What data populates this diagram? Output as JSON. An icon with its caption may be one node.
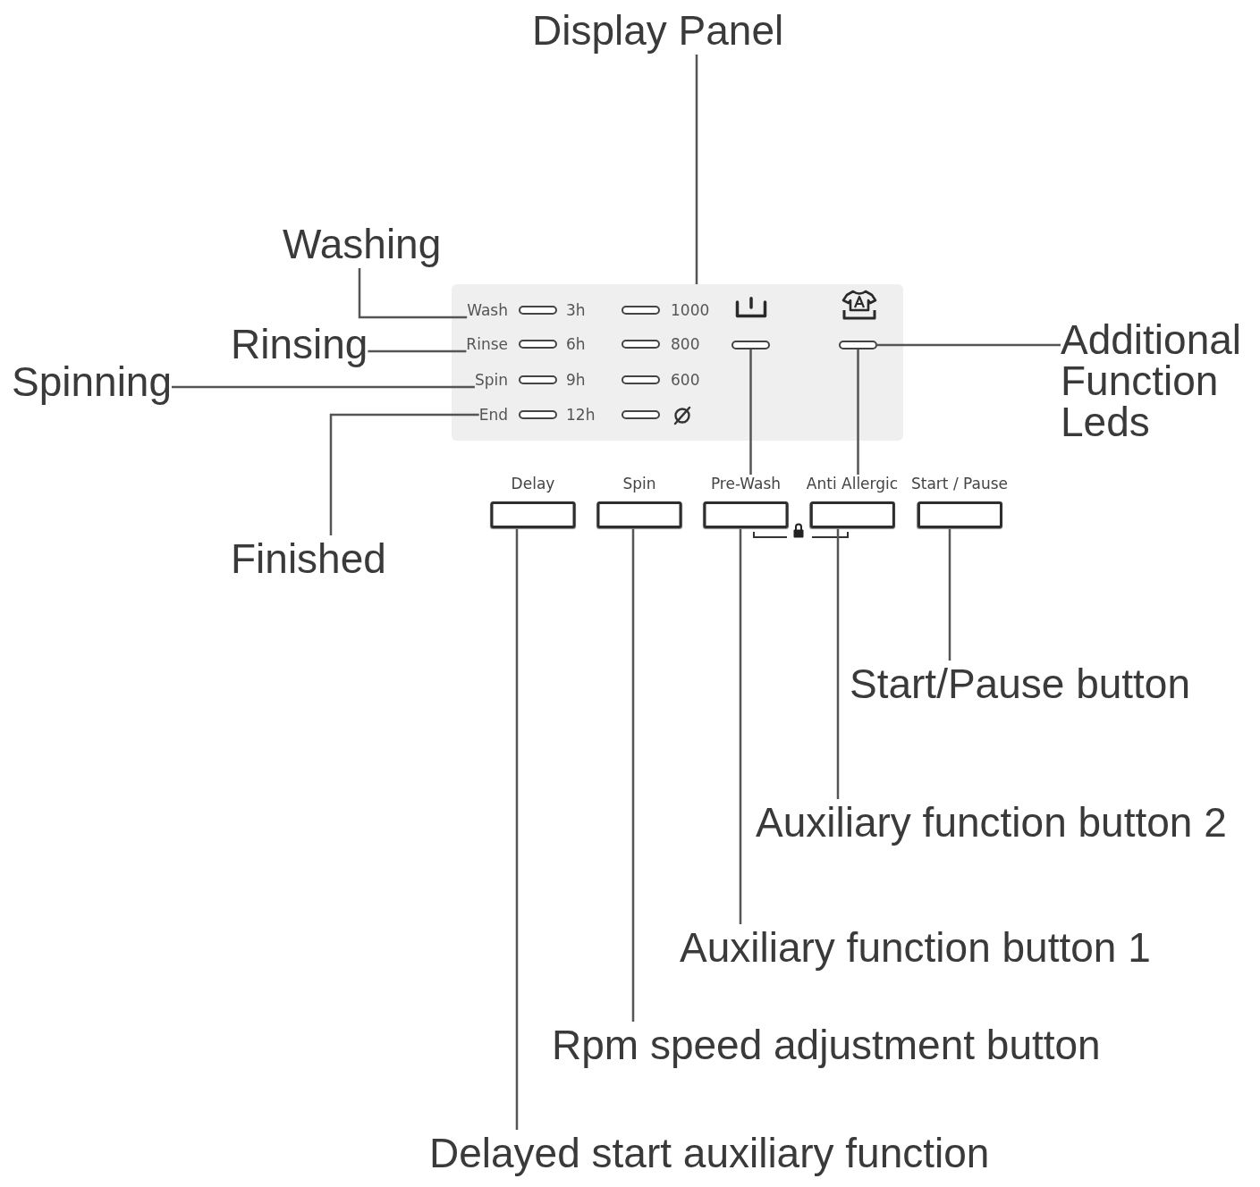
{
  "diagram": {
    "nodes": [
      {
        "text": [
          "Display Panel"
        ]
      },
      {
        "text": [
          "Washing"
        ]
      },
      {
        "text": [],
        "shape": "box"
      },
      {
        "text": [
          "Wash"
        ],
        "in": 2
      },
      {
        "text": [],
        "shape": "bar",
        "in": 2
      },
      {
        "text": [],
        "shape": "bar",
        "in": 2
      },
      {
        "text": [
          "Rinse"
        ],
        "in": 2
      },
      {
        "text": [
          "Spin"
        ],
        "in": 2
      },
      {
        "text": [
          "End"
        ],
        "in": 2
      },
      {
        "text": [
          "Rinsing"
        ]
      },
      {
        "text": [
          "Spinning"
        ]
      },
      {
        "text": [
          "Additional Function Leds"
        ]
      },
      {
        "text": [
          "Finished"
        ]
      },
      {
        "text": [
          "Delay"
        ]
      },
      {
        "text": [
          "Spin"
        ]
      },
      {
        "text": [
          "Pre-Wash"
        ]
      },
      {
        "text": [
          "Anti Allergic"
        ]
      },
      {
        "text": [
          "Start / Pause"
        ]
      },
      {
        "text": [
          "Start/Pause button"
        ]
      },
      {
        "text": [
          "Auxiliary function button 2"
        ]
      },
      {
        "text": [
          "Auxiliary function button 1"
        ]
      },
      {
        "text": [
          "Rpm speed adjustment button"
        ]
      },
      {
        "text": [
          "Delayed start auxiliary function"
        ]
      }
    ],
    "edges": [
      {
        "from": 0,
        "to": 2,
        "arrow": "none"
      },
      {
        "from": 1,
        "to": 3,
        "arrow": "none"
      },
      {
        "from": 9,
        "to": 6,
        "arrow": "none"
      },
      {
        "from": 10,
        "to": 7,
        "arrow": "none"
      },
      {
        "from": 12,
        "to": 8,
        "arrow": "none"
      },
      {
        "from": 11,
        "to": 5,
        "arrow": "none"
      },
      {
        "from": 4,
        "to": 15,
        "arrow": "none"
      },
      {
        "from": 5,
        "to": 16,
        "arrow": "none"
      },
      {
        "from": 18,
        "to": 17,
        "arrow": "none"
      },
      {
        "from": 19,
        "to": 16,
        "arrow": "none"
      },
      {
        "from": 20,
        "to": 15,
        "arrow": "none"
      },
      {
        "from": 21,
        "to": 14,
        "arrow": "none"
      },
      {
        "from": 22,
        "to": 13,
        "arrow": "none"
      }
    ],
    "labels": [
      "3h",
      "1000",
      "6h",
      "800",
      "9h",
      "600",
      "12h"
    ]
  }
}
